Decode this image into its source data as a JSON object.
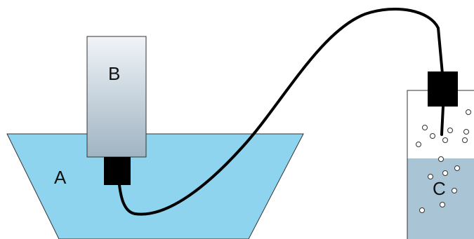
{
  "labels": {
    "a": "A",
    "b": "B",
    "c": "C"
  },
  "colors": {
    "water_basin": "#8fd4ef",
    "water_container": "#a9c4d4",
    "pump_top": "#f1f4f8",
    "pump_bottom": "#9fb4c2",
    "outline": "#333333",
    "tube": "#000000",
    "bubble_fill": "#ffffff"
  },
  "icons": [
    "basin",
    "pump-body",
    "pump-inlet",
    "tube",
    "container",
    "stopper",
    "bubbles"
  ]
}
